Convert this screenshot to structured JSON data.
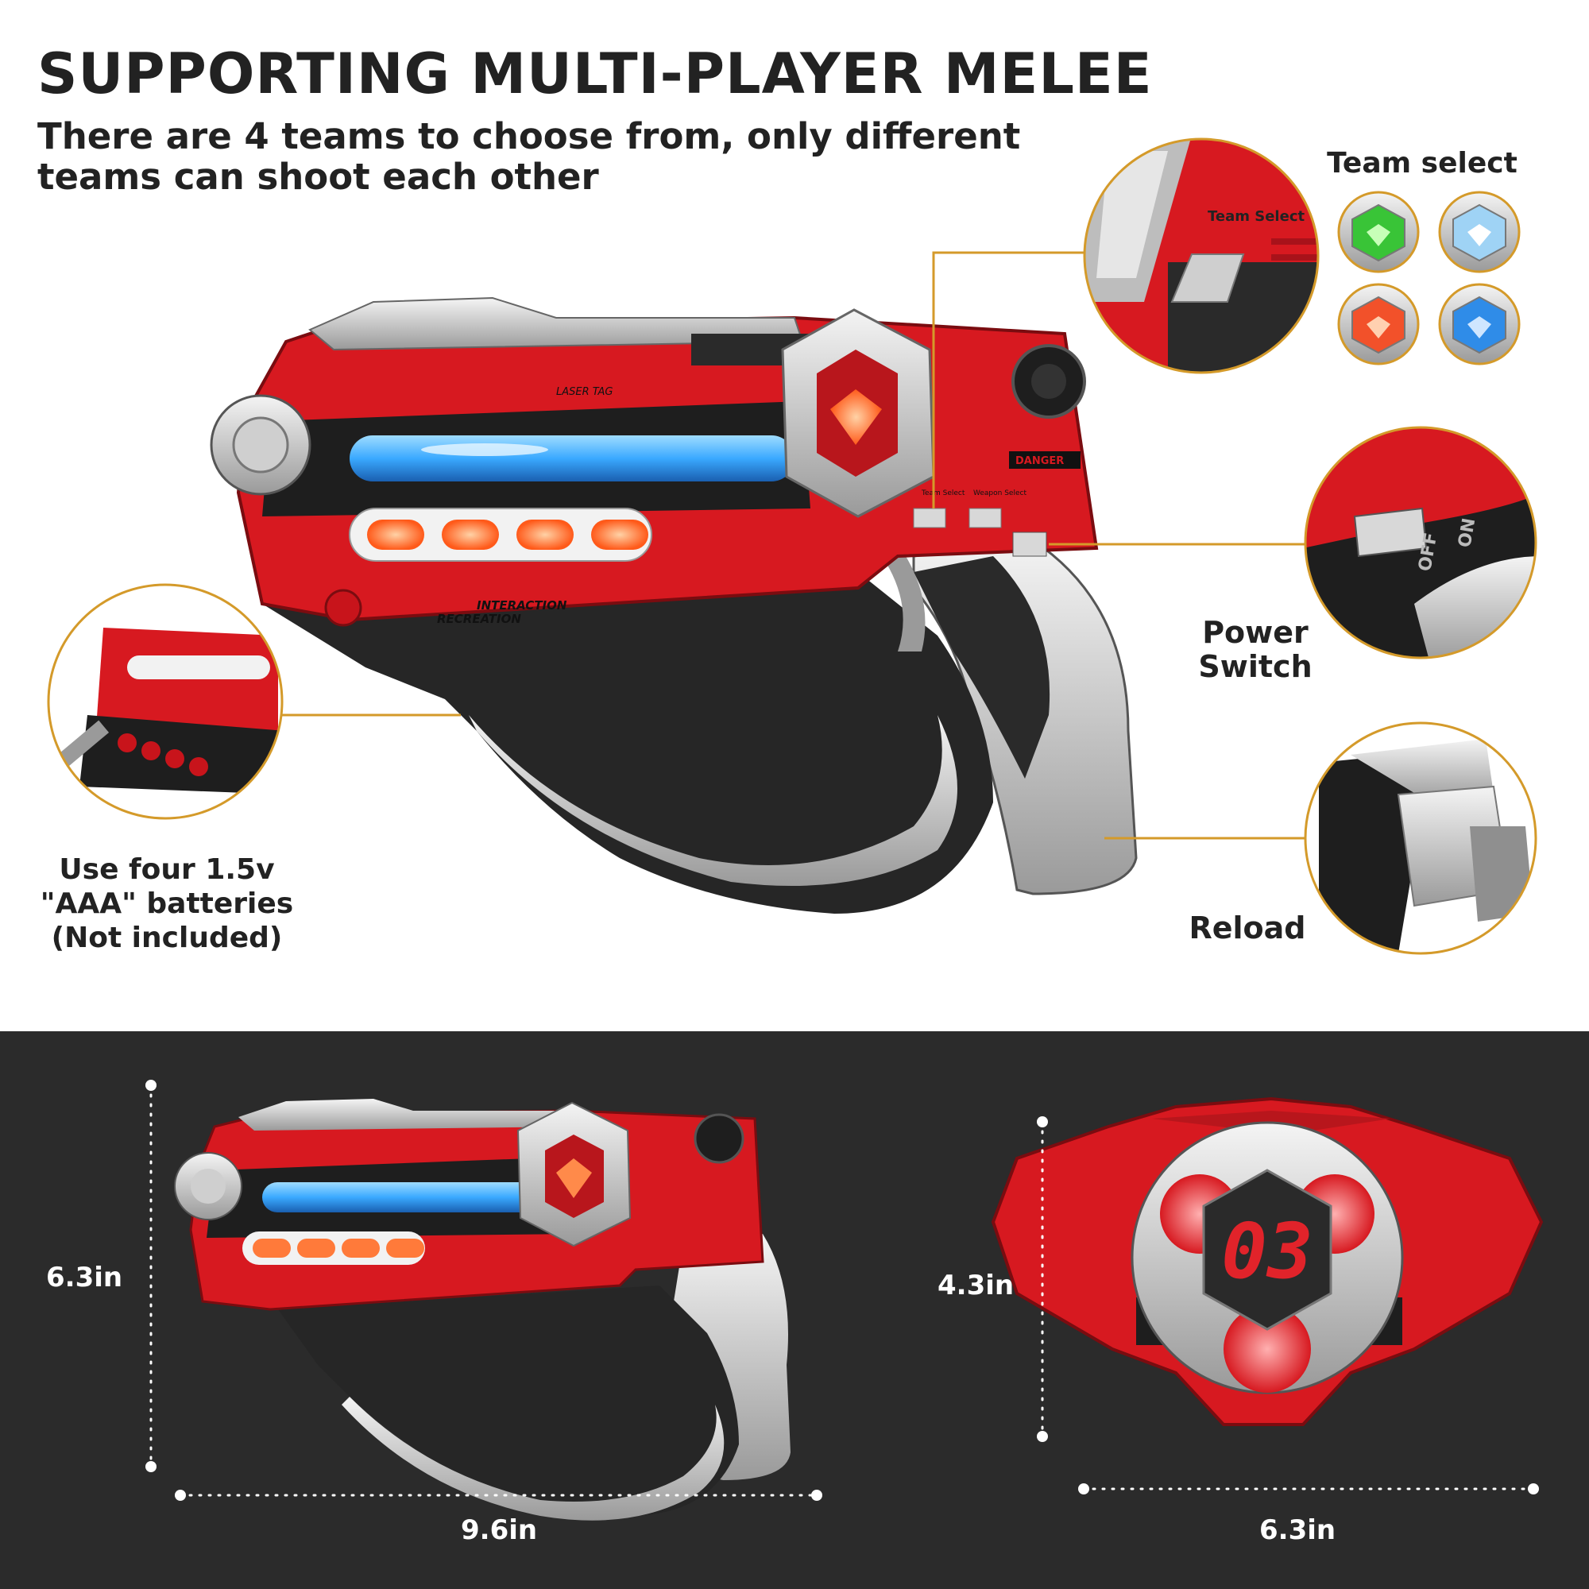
{
  "header": {
    "title": "SUPPORTING MULTI-PLAYER MELEE",
    "subtitle": "There are 4 teams to choose from, only different teams can shoot each other"
  },
  "callouts": {
    "team_select": "Team select",
    "power_switch": "Power Switch",
    "reload": "Reload",
    "batteries": "Use four 1.5v \"AAA\" batteries (Not included)"
  },
  "team_colors": [
    "#39c437",
    "#9fd3f5",
    "#f2512a",
    "#2f8ce8"
  ],
  "product_text": {
    "laser_tag": "LASER TAG",
    "interaction": "INTERACTION",
    "recreation": "RECREATION",
    "danger": "DANGER",
    "team_select_small": "Team Select",
    "weapon_select_small": "Weapon Select",
    "off": "OFF",
    "on": "ON",
    "target_score": "03"
  },
  "dimensions": {
    "gun_height": "6.3in",
    "gun_width": "9.6in",
    "vest_height": "4.3in",
    "vest_width": "6.3in"
  },
  "colors": {
    "accent_gold": "#d49a2a",
    "gun_red": "#d71920",
    "dark_panel": "#2b2b2b",
    "glow_blue": "#3aa9ff",
    "glow_orange": "#ff6a2a"
  }
}
